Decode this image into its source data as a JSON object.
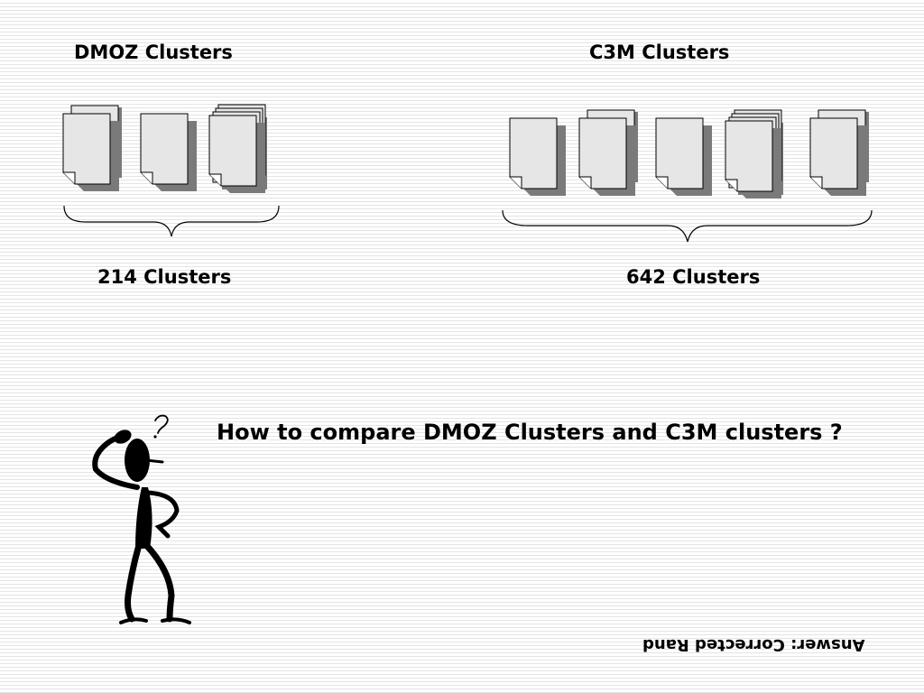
{
  "left_group": {
    "title": "DMOZ Clusters",
    "count_label": "214 Clusters"
  },
  "right_group": {
    "title": "C3M Clusters",
    "count_label": "642 Clusters"
  },
  "question": "How to compare DMOZ Clusters and C3M clusters ?",
  "answer": "Answer: Corrected Rand",
  "icons": {
    "document": "document-stack-icon",
    "brace": "curly-brace-icon",
    "figure": "thinking-person-icon"
  },
  "colors": {
    "page_fill": "#e6e6e6",
    "page_shadow": "#7a7a7a",
    "ink": "#000000"
  }
}
